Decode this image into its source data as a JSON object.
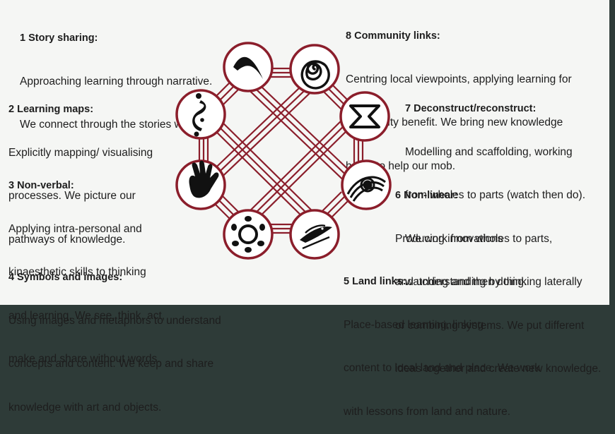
{
  "items": [
    {
      "title": "1 Story sharing:",
      "lines": [
        "Approaching learning through narrative.",
        "We connect through the stories we share."
      ],
      "icon": "boomerang-icon"
    },
    {
      "title": "2 Learning maps:",
      "lines": [
        "Explicitly mapping/ visualising",
        "processes. We picture our",
        "pathways of knowledge."
      ],
      "icon": "path-line-icon"
    },
    {
      "title": "3 Non-verbal:",
      "lines": [
        "Applying intra-personal and",
        "kinaesthetic skills to thinking",
        "and learning. We see, think, act,",
        "make and share without words."
      ],
      "icon": "hand-icon"
    },
    {
      "title": "4 Symbols and images:",
      "lines": [
        "Using images and metaphors to understand",
        "concepts and content. We keep and share",
        "knowledge with art and objects."
      ],
      "icon": "gathering-circle-icon"
    },
    {
      "title": "5 Land links:",
      "lines": [
        "Place-based learning, linking",
        "content to local land and place. We work",
        "with lessons from land and nature."
      ],
      "icon": "land-fish-icon"
    },
    {
      "title": "6 Non-linear:",
      "lines": [
        "Producing innovations",
        "and understanding by thinking laterally",
        "or combining systems. We put different",
        "ideas together and create new knowledge."
      ],
      "icon": "layered-arcs-icon"
    },
    {
      "title": "7 Deconstruct/reconstruct:",
      "lines": [
        "Modelling and scaffolding, working",
        "from wholes to parts (watch then do).",
        "We work from wholes to parts,",
        "watching and then doing."
      ],
      "icon": "bowtie-icon"
    },
    {
      "title": "8 Community links:",
      "lines": [
        "Centring local viewpoints, applying learning for",
        "community benefit. We bring new knowledge",
        "home to help our mob."
      ],
      "icon": "spiral-icon"
    }
  ],
  "colors": {
    "accent": "#8b1e2b",
    "text": "#1d1d1d",
    "background": "#f5f6f4"
  }
}
